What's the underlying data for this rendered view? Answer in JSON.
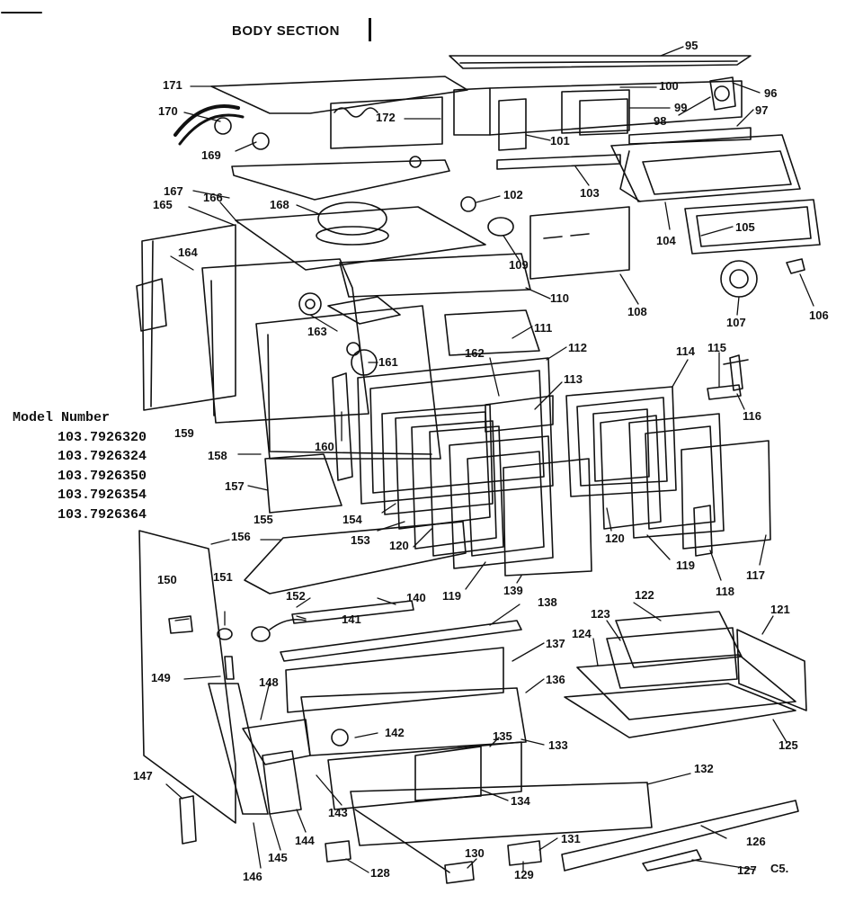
{
  "title": "BODY SECTION",
  "model_header": "Model Number",
  "model_numbers": [
    "103.7926320",
    "103.7926324",
    "103.7926350",
    "103.7926354",
    "103.7926364"
  ],
  "code": "C5.",
  "parts": {
    "p95": "95",
    "p96": "96",
    "p97": "97",
    "p98": "98",
    "p99": "99",
    "p100": "100",
    "p101": "101",
    "p102": "102",
    "p103": "103",
    "p104": "104",
    "p105": "105",
    "p106": "106",
    "p107": "107",
    "p108": "108",
    "p109": "109",
    "p110": "110",
    "p111": "111",
    "p112": "112",
    "p113": "113",
    "p114": "114",
    "p115": "115",
    "p116": "116",
    "p117": "117",
    "p118": "118",
    "p119a": "119",
    "p119b": "119",
    "p120a": "120",
    "p120b": "120",
    "p121": "121",
    "p122": "122",
    "p123": "123",
    "p124": "124",
    "p125": "125",
    "p126": "126",
    "p127": "127",
    "p128": "128",
    "p129": "129",
    "p130": "130",
    "p131": "131",
    "p132": "132",
    "p133": "133",
    "p134": "134",
    "p135": "135",
    "p136": "136",
    "p137": "137",
    "p138": "138",
    "p139": "139",
    "p140": "140",
    "p141": "141",
    "p142": "142",
    "p143": "143",
    "p144": "144",
    "p145": "145",
    "p146": "146",
    "p147": "147",
    "p148": "148",
    "p149": "149",
    "p150": "150",
    "p151": "151",
    "p152": "152",
    "p153": "153",
    "p154": "154",
    "p155": "155",
    "p156": "156",
    "p157": "157",
    "p158": "158",
    "p159": "159",
    "p160": "160",
    "p161": "161",
    "p162": "162",
    "p163": "163",
    "p164": "164",
    "p165": "165",
    "p166": "166",
    "p167": "167",
    "p168": "168",
    "p169": "169",
    "p170": "170",
    "p171": "171",
    "p172": "172"
  }
}
